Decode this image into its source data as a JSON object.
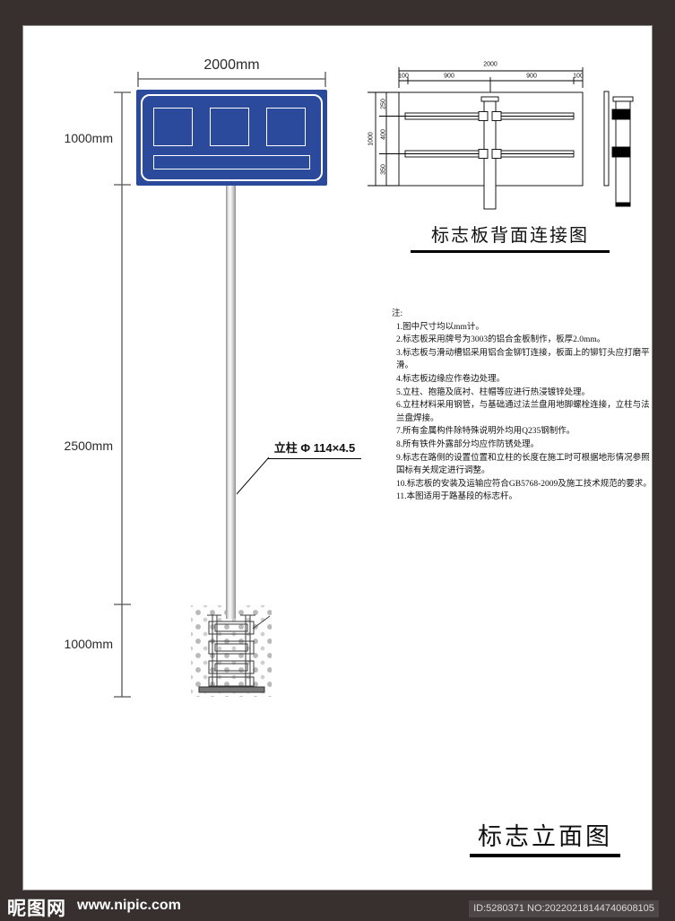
{
  "elevation": {
    "title": "标志立面图",
    "dim_width": "2000mm",
    "dim_sign_height": "1000mm",
    "dim_pole_height": "2500mm",
    "dim_foundation_depth": "1000mm",
    "pole_label": "立柱 Φ 114×4.5"
  },
  "back_view": {
    "title": "标志板背面连接图",
    "dim_total_width": "2000",
    "dim_width_segments": [
      "100",
      "900",
      "900",
      "100"
    ],
    "dim_total_height": "1000",
    "dim_height_segments": [
      "250",
      "400",
      "350"
    ]
  },
  "notes": {
    "heading": "注:",
    "items": [
      "1.图中尺寸均以mm计。",
      "2.标志板采用牌号为3003的铝合金板制作，板厚2.0mm。",
      "3.标志板与滑动槽铝采用铝合金铆钉连接，板面上的铆钉头应打磨平滑。",
      "4.标志板边缘应作卷边处理。",
      "5.立柱、抱箍及底衬、柱帽等应进行热浸镀锌处理。",
      "6.立柱材料采用钢管，与基础通过法兰盘用地脚螺栓连接，立柱与法兰盘焊接。",
      "7.所有金属构件除特殊说明外均用Q235钢制作。",
      "8.所有铁件外露部分均应作防锈处理。",
      "9.标志在路侧的设置位置和立柱的长度在施工时可根据地形情况参照国标有关规定进行调整。",
      "10.标志板的安装及运输应符合GB5768-2009及施工技术规范的要求。",
      "11.本图适用于路基段的标志杆。"
    ]
  },
  "watermark": {
    "logo": "昵图网",
    "site": "www.nipic.com",
    "id_text": "ID:5280371 NO:20220218144740608105"
  },
  "colors": {
    "sign_blue": "#2B4A9B",
    "frame_dark": "#37302F",
    "id_box_bg": "#4E4748"
  }
}
